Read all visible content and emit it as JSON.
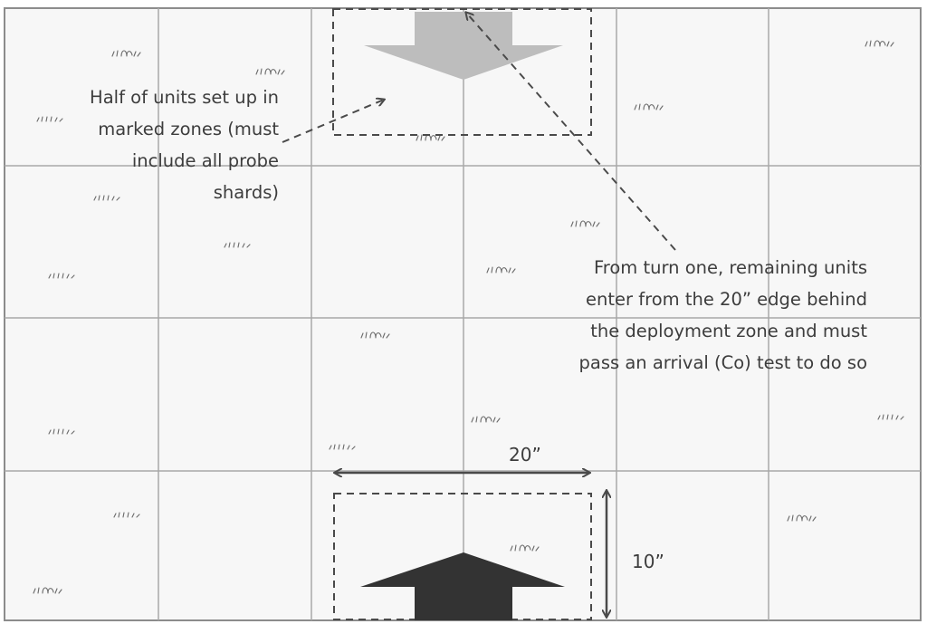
{
  "notes": {
    "half_units": [
      "Half of units set up in",
      "marked zones (must",
      "include all probe",
      "shards)"
    ],
    "reserves": [
      "From turn one, remaining units",
      "enter from the 20” edge behind",
      "the deployment zone and must",
      "pass an arrival (Co) test to do so"
    ]
  },
  "dimensions": {
    "width_label": "20”",
    "depth_label": "10”"
  },
  "colors": {
    "board": "#f7f7f7",
    "grid": "#a8a8a8",
    "border": "#8c8c8c",
    "enemy_arrow": "#bdbdbd",
    "player_arrow": "#333333",
    "dashed": "#4a4a4a",
    "text": "#3d3d3d"
  },
  "icons": [
    "grass-tuft-icon",
    "deployment-arrow-icon"
  ]
}
